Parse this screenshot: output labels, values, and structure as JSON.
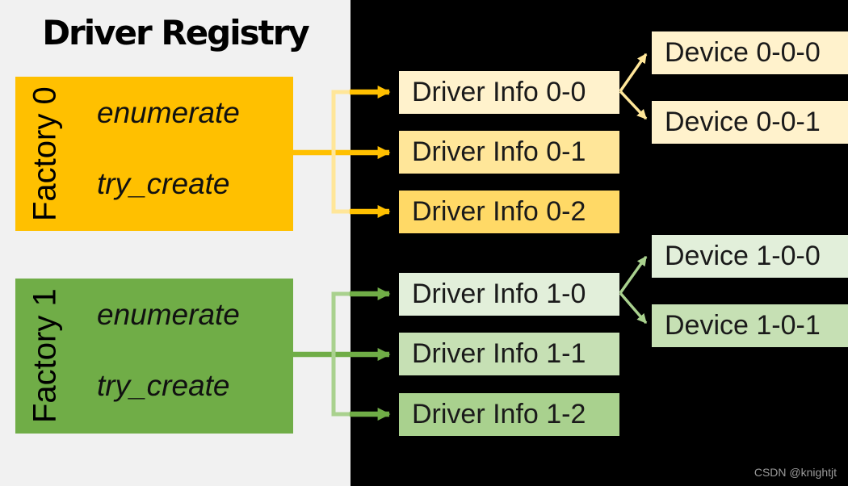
{
  "panel": {
    "title": "Driver Registry"
  },
  "factories": [
    {
      "name": "Factory 0",
      "methods": [
        "enumerate",
        "try_create"
      ],
      "fill": "#FFC000"
    },
    {
      "name": "Factory 1",
      "methods": [
        "enumerate",
        "try_create"
      ],
      "fill": "#70AD47"
    }
  ],
  "driver_infos": [
    {
      "label": "Driver Info 0-0",
      "fill": "#FFF2CC"
    },
    {
      "label": "Driver Info 0-1",
      "fill": "#FFE699"
    },
    {
      "label": "Driver Info 0-2",
      "fill": "#FFD966"
    },
    {
      "label": "Driver Info 1-0",
      "fill": "#E2EFDA"
    },
    {
      "label": "Driver Info 1-1",
      "fill": "#C6E0B4"
    },
    {
      "label": "Driver Info 1-2",
      "fill": "#A9D18E"
    }
  ],
  "devices": [
    {
      "label": "Device 0-0-0",
      "fill": "#FFF2CC"
    },
    {
      "label": "Device 0-0-1",
      "fill": "#FFF2CC"
    },
    {
      "label": "Device 1-0-0",
      "fill": "#E2EFDA"
    },
    {
      "label": "Device 1-0-1",
      "fill": "#C6E0B4"
    }
  ],
  "watermark": "CSDN @knightjt",
  "colors": {
    "background": "#000000",
    "panel_bg": "#F1F1F1",
    "orange": "#FFC000",
    "orange_light": "#FFE699",
    "green": "#70AD47",
    "green_light": "#A9D18E",
    "text": "#000000",
    "watermark_text": "#9B9B9B"
  }
}
